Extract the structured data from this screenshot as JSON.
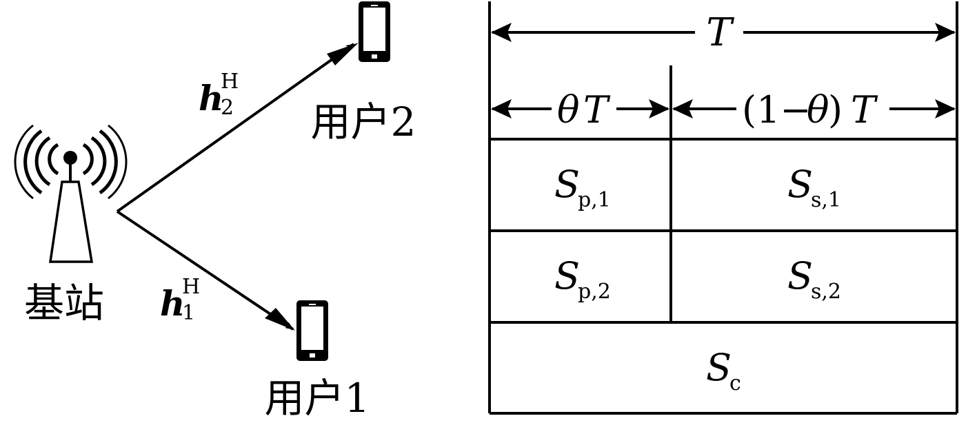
{
  "left_panel": {
    "base_station_label": "基站",
    "user2_label": "用户2",
    "user1_label": "用户1",
    "channel2": {
      "main": "h",
      "sub": "2",
      "sup": "H"
    },
    "channel1": {
      "main": "h",
      "sub": "1",
      "sup": "H"
    }
  },
  "right_panel": {
    "total_duration": "T",
    "phase1_duration": {
      "greek": "θ",
      "var": "T"
    },
    "phase2_duration": {
      "open": "(1−",
      "greek": "θ",
      "close": ")",
      "var": "T"
    },
    "cells": {
      "sp1": {
        "main": "S",
        "sub": "p,1"
      },
      "ss1": {
        "main": "S",
        "sub": "s,1"
      },
      "sp2": {
        "main": "S",
        "sub": "p,2"
      },
      "ss2": {
        "main": "S",
        "sub": "s,2"
      },
      "sc": {
        "main": "S",
        "sub": "c"
      }
    }
  }
}
